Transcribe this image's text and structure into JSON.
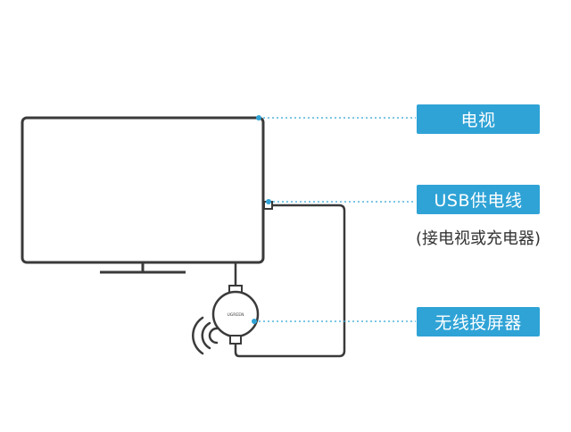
{
  "labels": {
    "tv": "电视",
    "usb_cable": "USB供电线",
    "usb_note": "(接电视或充电器)",
    "wireless_projector": "无线投屏器"
  },
  "device": {
    "brand": "UGREEN"
  },
  "colors": {
    "accent": "#2fa3d6",
    "outline": "#3a3a3a",
    "background": "#ffffff"
  },
  "icons": [
    "wifi-signal-icon"
  ]
}
